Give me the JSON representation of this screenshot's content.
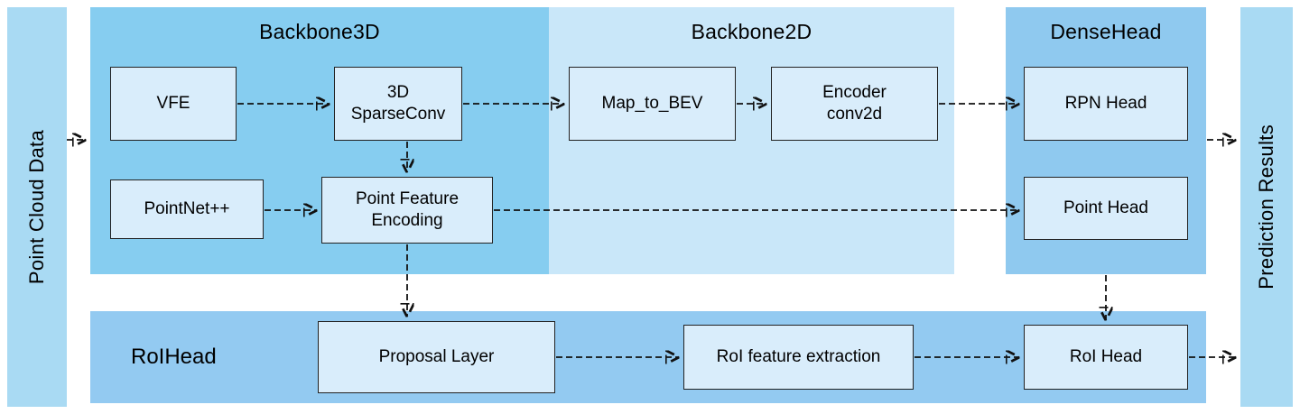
{
  "diagram": {
    "side_left": {
      "label": "Point Cloud Data"
    },
    "side_right": {
      "label": "Prediction Results"
    },
    "regions": {
      "backbone3d": {
        "title": "Backbone3D"
      },
      "backbone2d": {
        "title": "Backbone2D"
      },
      "densehead": {
        "title": "DenseHead"
      },
      "roihead": {
        "title": "RoIHead"
      }
    },
    "boxes": {
      "vfe": {
        "label": "VFE"
      },
      "sparseconv": {
        "label": "3D\nSparseConv"
      },
      "map_to_bev": {
        "label": "Map_to_BEV"
      },
      "encoder": {
        "label": "Encoder\nconv2d"
      },
      "rpn_head": {
        "label": "RPN Head"
      },
      "pointnet": {
        "label": "PointNet++"
      },
      "point_feature_encoding": {
        "label": "Point Feature\nEncoding"
      },
      "point_head": {
        "label": "Point Head"
      },
      "proposal_layer": {
        "label": "Proposal Layer"
      },
      "roi_feature_extraction": {
        "label": "RoI feature extraction"
      },
      "roi_head": {
        "label": "RoI Head"
      }
    },
    "colors": {
      "sidebar": "#a9daf3",
      "backbone3d": "#86cdf0",
      "backbone2d": "#c9e7f9",
      "densehead": "#8fc9ef",
      "roihead": "#93caf1",
      "box_fill": "#d9edfb",
      "box_border": "#222222",
      "arrow": "#111111"
    }
  }
}
